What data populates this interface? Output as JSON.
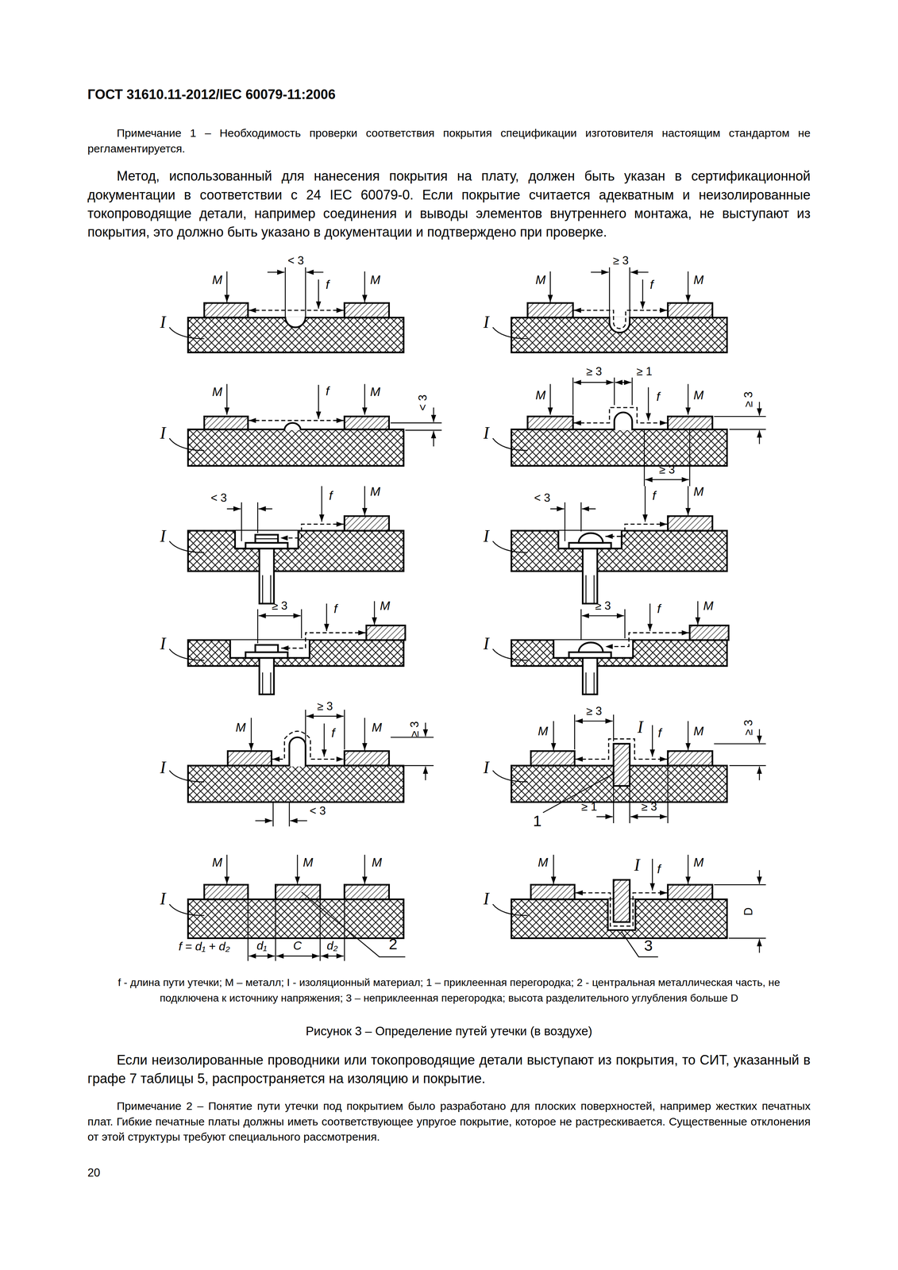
{
  "diagram": {
    "title": "ГОСТ 31610.11-2012/IEC 60079-11:2006",
    "caption": "Рисунок 3 – Определение путей утечки (в воздухе)",
    "labels": [
      "Примечание 1 – Необходимость проверки соответствия покрытия спецификации изготовителя настоящим стандартом не регламентируется.",
      "Метод, использованный для нанесения покрытия на плату, должен быть указан в сертификационной документации в соответствии с 24 IEC 60079-0. Если покрытие считается адекватным и неизолированные токопроводящие детали, например соединения и выводы элементов внутреннего монтажа, не выступают из покрытия, это должно быть указано в документации и подтверждено при проверке.",
      "M",
      "< 3",
      "f",
      "M",
      "I",
      "M",
      "≥ 3",
      "f",
      "M",
      "I",
      "M",
      "f",
      "M",
      "< 3",
      "I",
      "≥ 3",
      "≥ 1",
      "M",
      "f",
      "M",
      "≥ 3",
      "≥ 3",
      "I",
      "< 3",
      "f",
      "M",
      "I",
      "< 3",
      "f",
      "M",
      "I",
      "≥ 3",
      "f",
      "M",
      "I",
      "≥ 3",
      "f",
      "M",
      "I",
      "≥ 3",
      "M",
      "f",
      "M",
      "≥ 3",
      "I",
      "< 3",
      "≥ 3",
      "M",
      "I",
      "f",
      "M",
      "≥ 3",
      "I",
      "1",
      "≥ 1",
      "≥ 3",
      "M",
      "M",
      "M",
      "I",
      "f = d₁ + d₂",
      "d₁",
      "C",
      "d₂",
      "2",
      "M",
      "I",
      "f",
      "M",
      "D",
      "I",
      "3",
      "f - длина пути утечки; M – металл; I - изоляционный материал; 1 – приклеенная перегородка; 2 - центральная металлическая часть, не подключена к источнику напряжения; 3 – неприклеенная перегородка; высота разделительного углубления больше D",
      "Если неизолированные проводники или токопроводящие детали выступают из покрытия, то СИТ, указанный в графе 7 таблицы 5, распространяется на изоляцию и покрытие.",
      "Примечание 2 – Понятие пути утечки под покрытием было разработано для плоских поверхностей, например жестких печатных плат. Гибкие печатные платы должны иметь соответствующее упругое покрытие, которое не растрескивается. Существенные отклонения от этой структуры требуют специального рассмотрения.",
      "20"
    ]
  }
}
